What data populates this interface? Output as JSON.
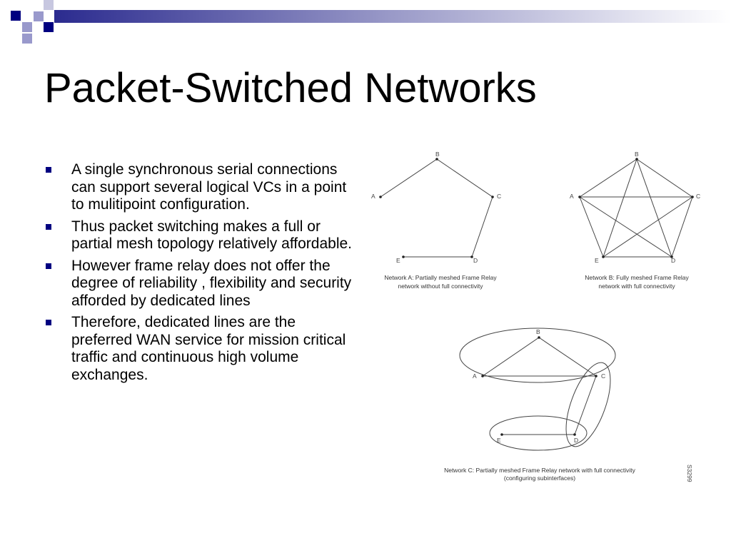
{
  "slide": {
    "title": "Packet-Switched Networks",
    "bullets": [
      "A single synchronous serial connections can support several logical VCs in a point to mulitipoint configuration.",
      "Thus packet switching makes a full or partial mesh topology relatively affordable.",
      "However frame relay does not offer the degree of reliability , flexibility and security afforded by dedicated lines",
      "Therefore, dedicated lines are the preferred WAN service for mission critical traffic and continuous high volume exchanges."
    ]
  },
  "figure": {
    "node_labels": [
      "A",
      "B",
      "C",
      "D",
      "E"
    ],
    "network_a_caption": [
      "Network A: Partially meshed Frame Relay",
      "network without full connectivity"
    ],
    "network_b_caption": [
      "Network B: Fully meshed Frame Relay",
      "network with full connectivity"
    ],
    "network_c_caption": [
      "Network C: Partially meshed Frame Relay network with full connectivity",
      "(configuring subinterfaces)"
    ],
    "figure_id": "S3299"
  },
  "colors": {
    "accent": "#000080",
    "accent_light": "#9999cc"
  }
}
